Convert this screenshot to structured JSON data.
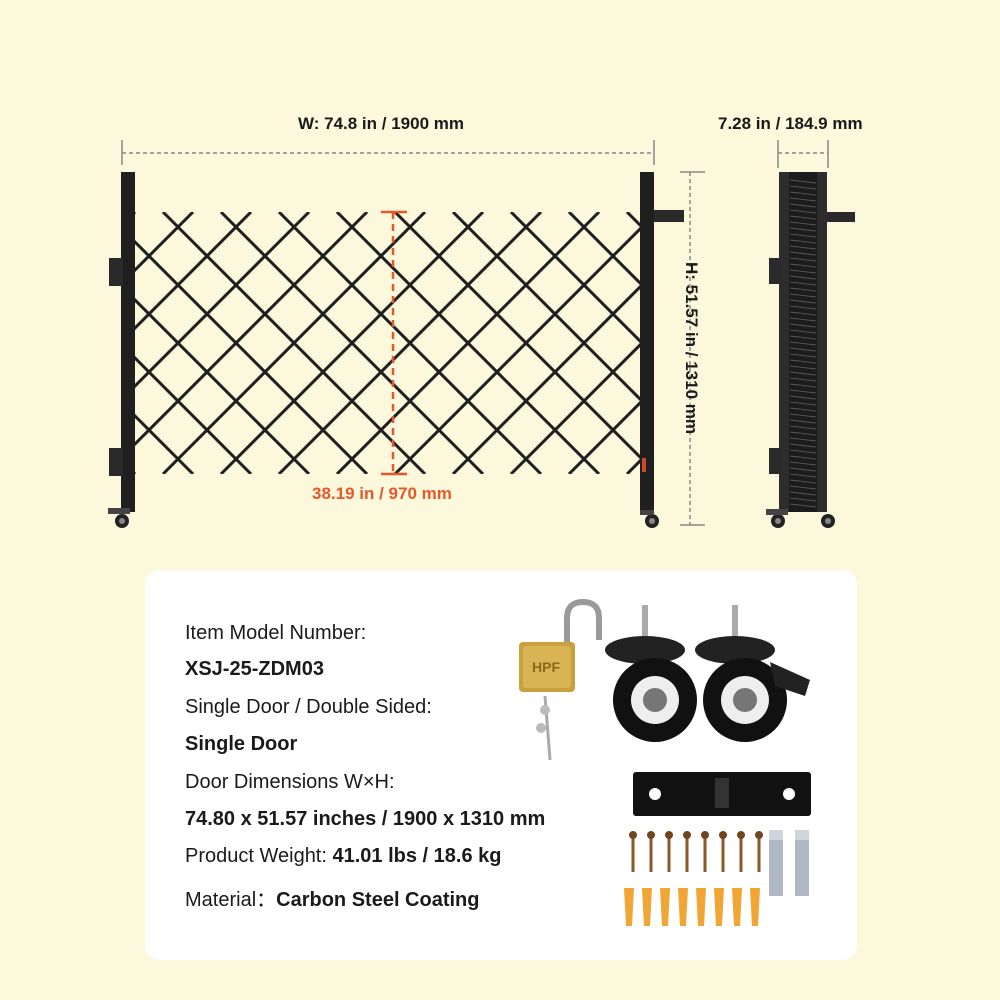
{
  "dimensions": {
    "width_label": "W: 74.8 in / 1900 mm",
    "depth_label": "7.28 in / 184.9 mm",
    "height_label": "H: 51.57 in / 1310 mm",
    "inner_height_label": "38.19 in / 970 mm"
  },
  "specs": {
    "model_label": "Item Model Number:",
    "model_value": "XSJ-25-ZDM03",
    "door_type_label": "Single Door / Double Sided:",
    "door_type_value": "Single Door",
    "door_dim_label": "Door Dimensions W×H:",
    "door_dim_value": "74.80 x 51.57 inches / 1900 x 1310 mm",
    "weight_label": "Product Weight: ",
    "weight_value": "41.01 lbs / 18.6 kg",
    "material_label": "Material：",
    "material_value": "Carbon Steel Coating"
  },
  "accessories": {
    "padlock_brand": "HPF"
  },
  "colors": {
    "background": "#fbf8dc",
    "accent_orange": "#e8572a",
    "gate_black": "#1f1f1f"
  }
}
